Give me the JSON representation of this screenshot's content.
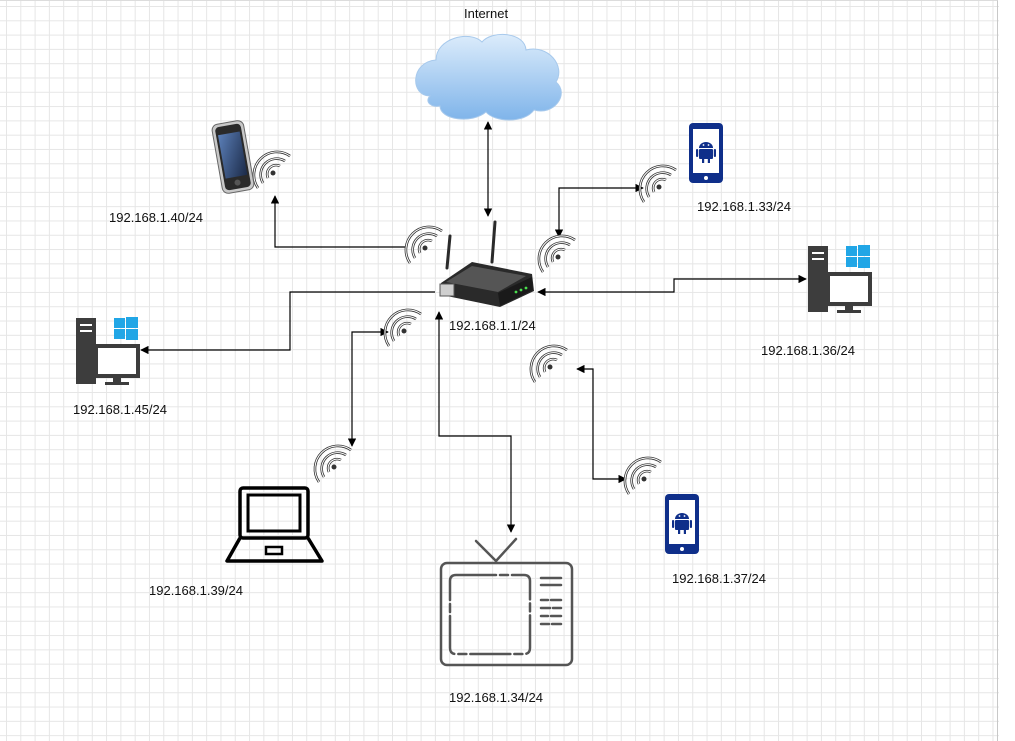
{
  "diagram": {
    "internet_label": "Internet",
    "router_label": "192.168.1.1/24",
    "devices": {
      "iphone": "192.168.1.40/24",
      "android_top": "192.168.1.33/24",
      "pc_right": "192.168.1.36/24",
      "pc_left": "192.168.1.45/24",
      "laptop": "192.168.1.39/24",
      "tv": "192.168.1.34/24",
      "android_bottom": "192.168.1.37/24"
    },
    "colors": {
      "cloud": "#9dc8f0",
      "android_phone": "#0f2f8a",
      "windows_logo": "#21a6e6",
      "pc_body": "#3d3d3d",
      "line": "#000000"
    }
  }
}
